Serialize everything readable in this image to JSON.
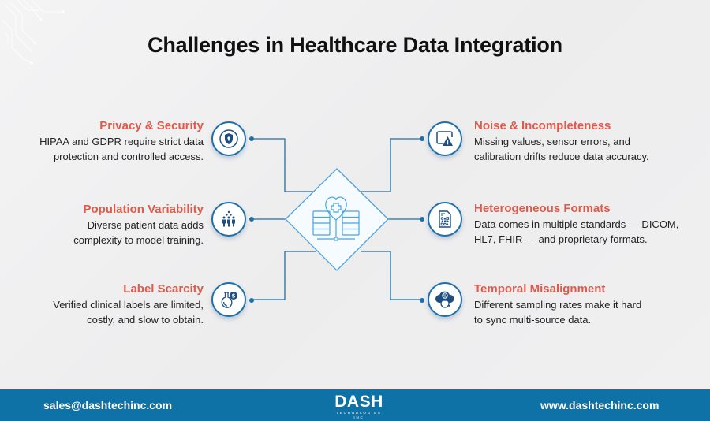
{
  "title": "Challenges in Healthcare Data Integration",
  "colors": {
    "heading_accent": "#e05a4b",
    "line_blue": "#1e6fa8",
    "diamond_blue": "#4aa3df",
    "footer_bg": "#0e72a6"
  },
  "center": {
    "icon": "healthcare-data-servers-heart-icon"
  },
  "challenges_left": [
    {
      "heading": "Privacy & Security",
      "line1": "HIPAA and GDPR require strict data",
      "line2": "protection and controlled access.",
      "icon": "shield-lock-icon"
    },
    {
      "heading": "Population Variability",
      "line1": "Diverse patient data adds",
      "line2": "complexity to model training.",
      "icon": "people-group-icon"
    },
    {
      "heading": "Label Scarcity",
      "line1": "Verified clinical labels are limited,",
      "line2": "costly, and slow to obtain.",
      "icon": "flask-dollar-icon"
    }
  ],
  "challenges_right": [
    {
      "heading": "Noise & Incompleteness",
      "line1": "Missing values, sensor errors, and",
      "line2": "calibration drifts reduce data accuracy.",
      "icon": "screen-warning-icon"
    },
    {
      "heading": "Heterogeneous Formats",
      "line1": "Data comes in multiple standards — DICOM,",
      "line2": "HL7, FHIR — and proprietary formats.",
      "icon": "document-shapes-icon"
    },
    {
      "heading": "Temporal Misalignment",
      "line1": "Different sampling rates make it hard",
      "line2": "to sync multi-source data.",
      "icon": "cloud-sync-icon"
    }
  ],
  "footer": {
    "email": "sales@dashtechinc.com",
    "logo_main": "DASH",
    "logo_sub": "TECHNOLOGIES INC",
    "website": "www.dashtechinc.com"
  }
}
